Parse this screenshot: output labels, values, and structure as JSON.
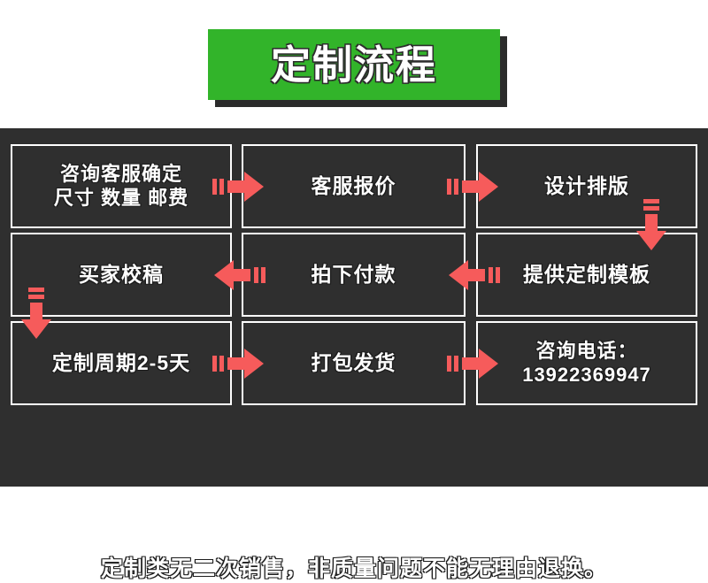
{
  "banner": {
    "title": "定制流程",
    "bg_color": "#32b42a",
    "shadow_color": "#2b2b2b",
    "text_color": "#ffffff"
  },
  "panel": {
    "bg_color": "#2f2f2f",
    "border_color": "#ffffff",
    "arrow_color": "#f65b5b"
  },
  "flow": {
    "rows": [
      {
        "direction": "right",
        "cells": [
          {
            "label": "咨询客服确定\n尺寸 数量 邮费",
            "lines": 2
          },
          {
            "label": "客服报价",
            "lines": 1
          },
          {
            "label": "设计排版",
            "lines": 1
          }
        ],
        "arrows": [
          {
            "name": "arrow-right-1",
            "glyph": "right-arrow-icon"
          },
          {
            "name": "arrow-right-2",
            "glyph": "right-arrow-icon"
          }
        ]
      },
      {
        "direction": "left",
        "cells": [
          {
            "label": "买家校稿",
            "lines": 1
          },
          {
            "label": "拍下付款",
            "lines": 1
          },
          {
            "label": "提供定制模板",
            "lines": 1
          }
        ],
        "arrows": [
          {
            "name": "arrow-left-1",
            "glyph": "left-arrow-icon"
          },
          {
            "name": "arrow-left-2",
            "glyph": "left-arrow-icon"
          }
        ]
      },
      {
        "direction": "right",
        "cells": [
          {
            "label": "定制周期2-5天",
            "lines": 1
          },
          {
            "label": "打包发货",
            "lines": 1
          },
          {
            "label": "咨询电话：\n13922369947",
            "lines": 2
          }
        ],
        "arrows": [
          {
            "name": "arrow-right-3",
            "glyph": "right-arrow-icon"
          },
          {
            "name": "arrow-right-4",
            "glyph": "right-arrow-icon"
          }
        ]
      }
    ],
    "down_arrows": [
      {
        "name": "arrow-down-right",
        "glyph": "down-arrow-icon"
      },
      {
        "name": "arrow-down-left",
        "glyph": "down-arrow-icon"
      }
    ]
  },
  "note": {
    "text": "定制类无二次销售，非质量问题不能无理由退换。"
  }
}
